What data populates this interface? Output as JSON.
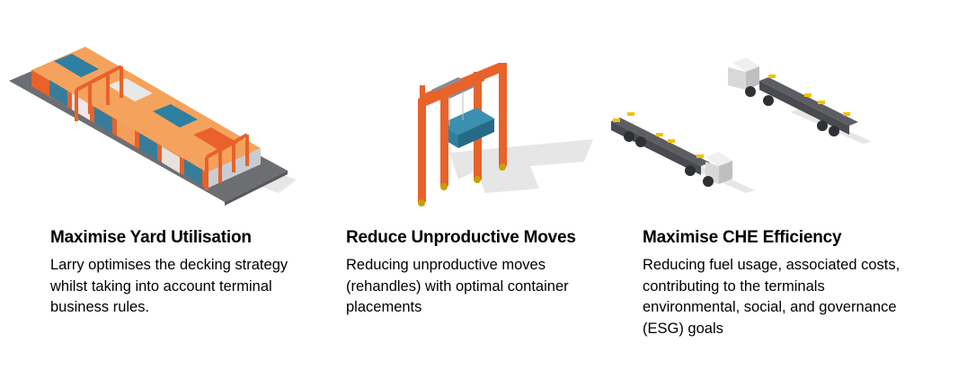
{
  "cards": [
    {
      "illustration": "container-yard-icon",
      "title": "Maximise Yard Utilisation",
      "body": "Larry optimises the decking strategy whilst taking into account terminal business rules."
    },
    {
      "illustration": "gantry-crane-icon",
      "title": "Reduce Unproductive Moves",
      "body": "Reducing unproductive moves (rehandles) with optimal container placements"
    },
    {
      "illustration": "terminal-tractors-icon",
      "title": "Maximise CHE Efficiency",
      "body": "Reducing fuel usage, associated costs, contributing to the terminals environmental, social, and governance (ESG) goals"
    }
  ],
  "colors": {
    "orange": "#e8622a",
    "light_orange": "#f5a25d",
    "blue": "#2e7fa0",
    "grey_ground": "#6d6e71",
    "truck_dark": "#4a4b50",
    "yellow": "#f2c200"
  }
}
